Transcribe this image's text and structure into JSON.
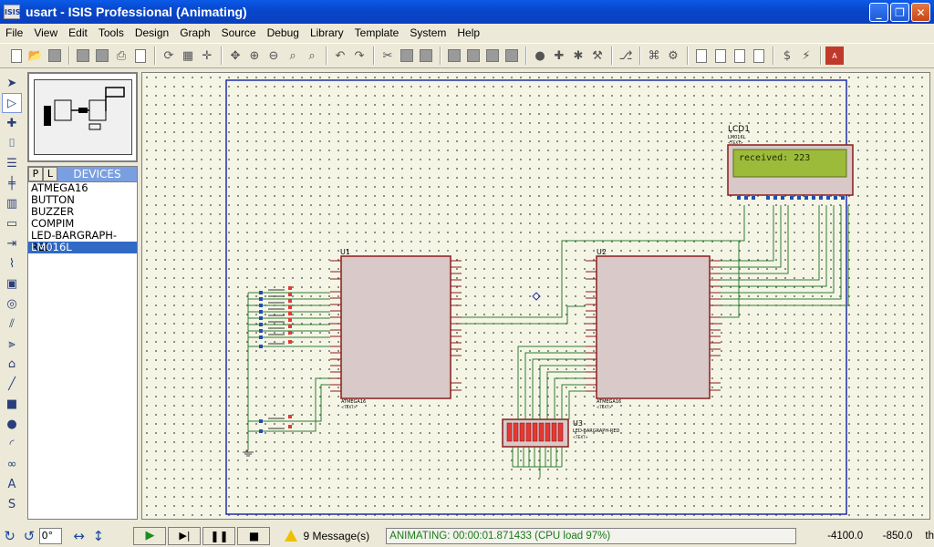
{
  "window": {
    "title": "usart - ISIS Professional (Animating)",
    "icon_text": "ISIS"
  },
  "menu": [
    "File",
    "View",
    "Edit",
    "Tools",
    "Design",
    "Graph",
    "Source",
    "Debug",
    "Library",
    "Template",
    "System",
    "Help"
  ],
  "devices": {
    "tab_p": "P",
    "tab_l": "L",
    "title": "DEVICES",
    "items": [
      "ATMEGA16",
      "BUTTON",
      "BUZZER",
      "COMPIM",
      "LED-BARGRAPH-RED",
      "LM016L"
    ],
    "selected": "LM016L"
  },
  "schematic": {
    "lcd": {
      "ref": "LCD1",
      "part": "LM016L",
      "text_tag": "<TEXT>",
      "display": "received: 223"
    },
    "u1": {
      "ref": "U1",
      "part": "ATMEGA16",
      "text_tag": "<TEXT>"
    },
    "u2": {
      "ref": "U2",
      "part": "ATMEGA16",
      "text_tag": "<TEXT>"
    },
    "u3": {
      "ref": "U3",
      "part": "LED-BARGRAPH-RED",
      "text_tag": "<TEXT>"
    }
  },
  "status": {
    "rotation": "0°",
    "messages": "9 Message(s)",
    "animating": "ANIMATING: 00:00:01.871433 (CPU load 97%)",
    "coord_x": "-4100.0",
    "coord_y": "-850.0",
    "unit": "th"
  },
  "colors": {
    "titlebar": "#0a5ae8",
    "selection": "#316ac5",
    "wire": "#2e7d32",
    "lcd_screen": "#9dbb3a",
    "bargraph": "#e53935"
  }
}
